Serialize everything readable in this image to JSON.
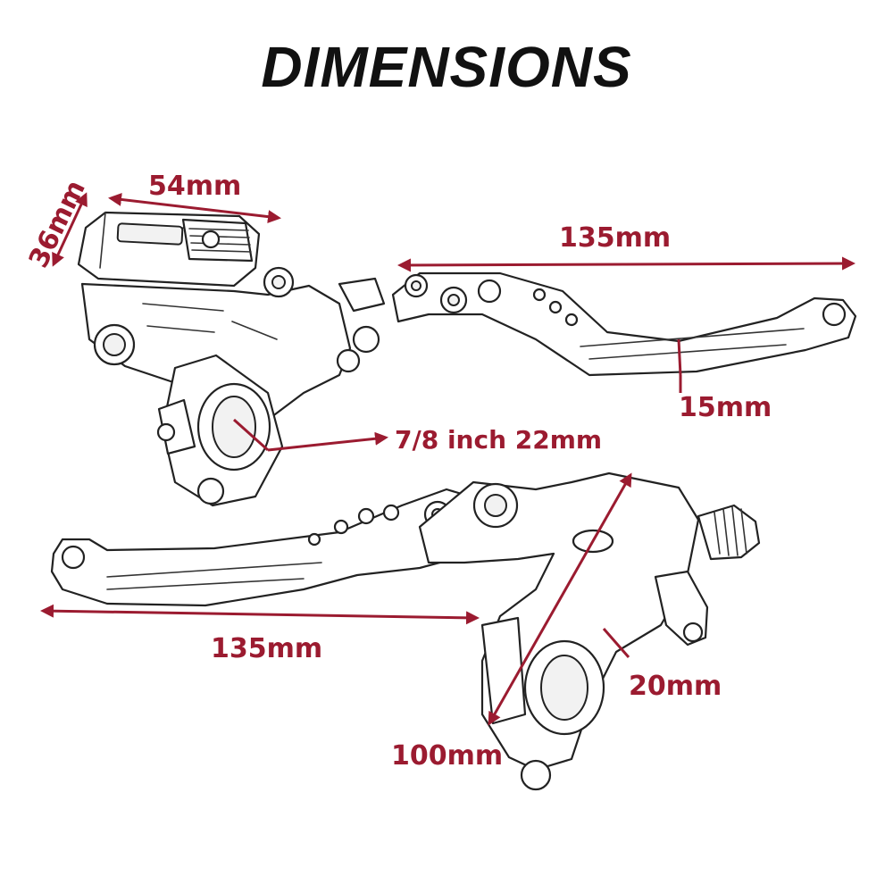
{
  "title": "DIMENSIONS",
  "dimensions": {
    "reservoir_height": "36mm",
    "reservoir_width": "54mm",
    "top_lever_length": "135mm",
    "lever_width": "15mm",
    "handlebar_diameter": "7/8 inch 22mm",
    "bottom_lever_length": "135mm",
    "clamp_width": "20mm",
    "clutch_body_length": "100mm"
  },
  "colors": {
    "dimension_red": "#9b1b30",
    "title_black": "#111111"
  }
}
